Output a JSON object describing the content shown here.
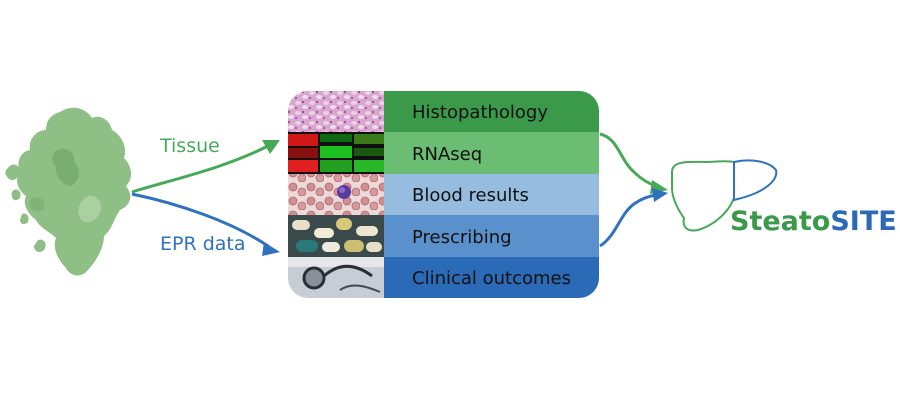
{
  "inputs": {
    "tissue_label": "Tissue",
    "epr_label": "EPR data"
  },
  "panel": {
    "rows": [
      {
        "label": "Histopathology",
        "color": "#3a9a4a",
        "thumb": "histology"
      },
      {
        "label": "RNAseq",
        "color": "#6cbd74",
        "thumb": "heatmap"
      },
      {
        "label": "Blood results",
        "color": "#96bde0",
        "thumb": "blood-smear"
      },
      {
        "label": "Prescribing",
        "color": "#5a91cc",
        "thumb": "pills"
      },
      {
        "label": "Clinical outcomes",
        "color": "#2a6ab6",
        "thumb": "stethoscope"
      }
    ]
  },
  "brand": {
    "name_part1": "Steato",
    "name_part2": "SITE",
    "color_part1": "#3a9a4a",
    "color_part2": "#2a6ab6"
  },
  "colors": {
    "green_arrow": "#47a957",
    "blue_arrow": "#2f72bd",
    "map_fill": "#8ebf85"
  }
}
